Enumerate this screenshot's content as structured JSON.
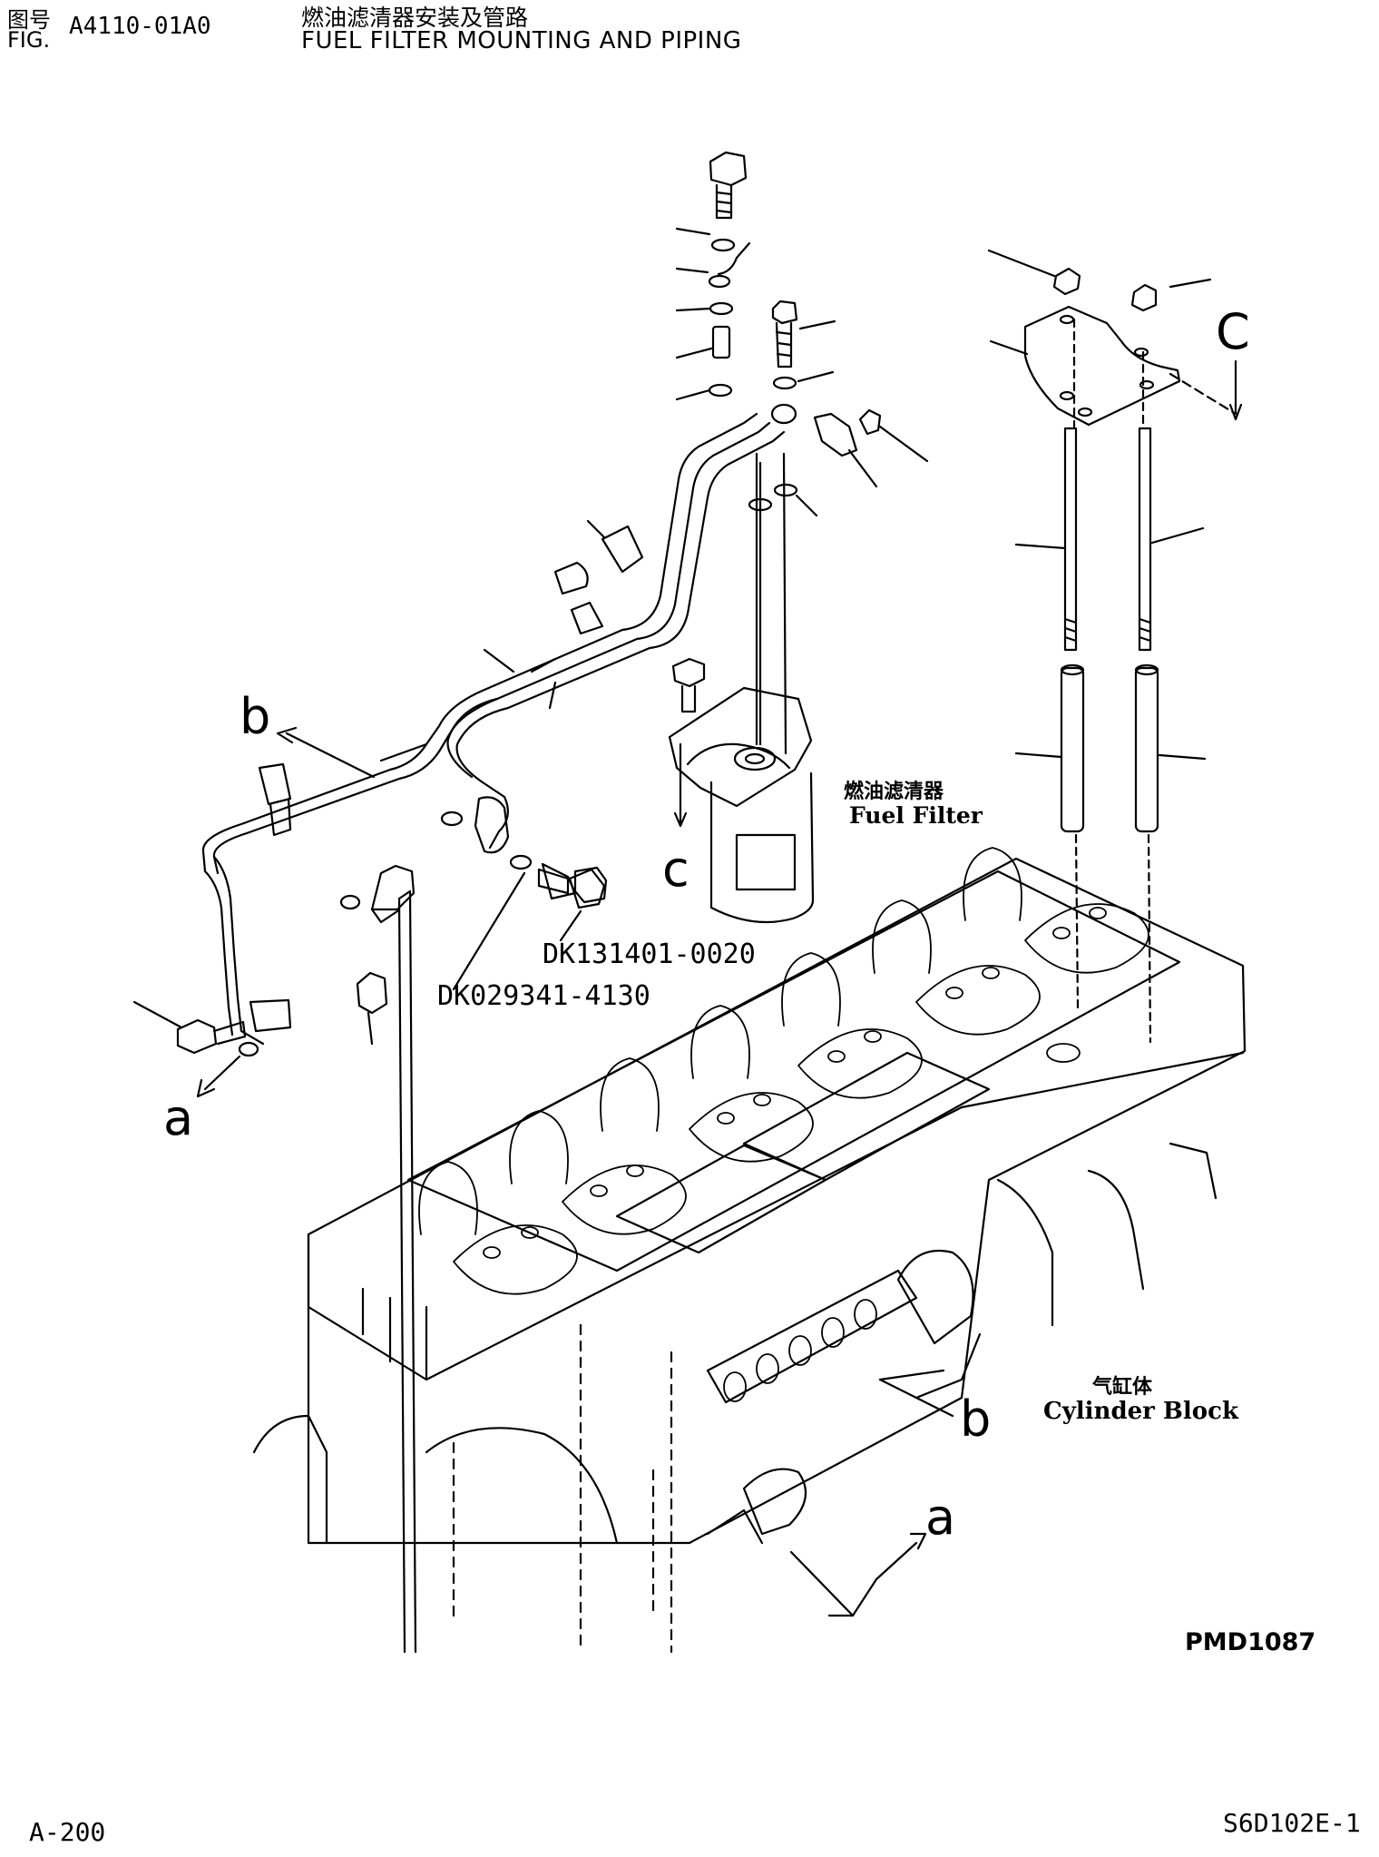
{
  "header": {
    "fig_cn": "图号",
    "fig_en": "FIG.",
    "fig_number": "A4110-01A0",
    "title_cn": "燃油滤清器安装及管路",
    "title_en": "FUEL FILTER MOUNTING AND PIPING"
  },
  "callouts": {
    "b_top": "b",
    "a_left": "a",
    "c_filter": "c",
    "c_bracket": "C",
    "b_block": "b",
    "a_bottom": "a"
  },
  "part_numbers": {
    "bolt": "DK131401-0020",
    "washer": "DK029341-4130"
  },
  "labels": {
    "fuel_filter_cn": "燃油滤清器",
    "fuel_filter_en": "Fuel Filter",
    "cylinder_block_cn": "气缸体",
    "cylinder_block_en": "Cylinder Block"
  },
  "drawing_code": "PMD1087",
  "footer": {
    "page": "A-200",
    "model": "S6D102E-1"
  },
  "colors": {
    "ink": "#000000",
    "paper": "#ffffff"
  }
}
